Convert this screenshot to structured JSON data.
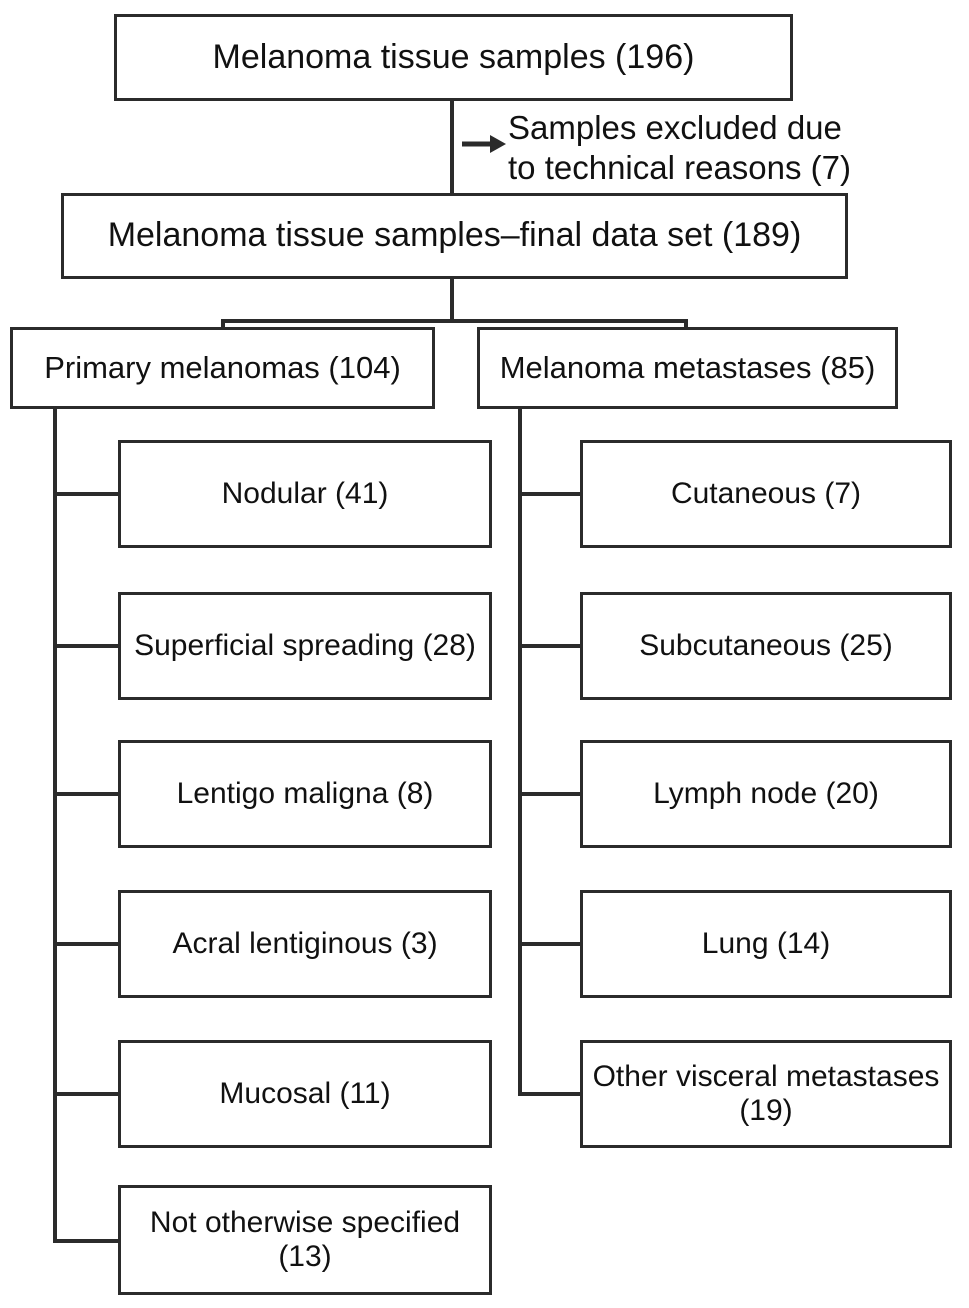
{
  "diagram": {
    "type": "flowchart",
    "title": "Melanoma tissue sample selection and classification flow",
    "orientation": "top-down",
    "colors": {
      "box_border": "#2b2b2b",
      "box_fill": "#ffffff",
      "connector": "#2b2b2b",
      "text": "#111111",
      "background": "#ffffff"
    },
    "root": {
      "label": "Melanoma tissue samples (196)",
      "count": 196
    },
    "exclusion": {
      "label": "Samples excluded due\nto technical reasons (7)",
      "count": 7,
      "arrow": "right-arrow-icon"
    },
    "final": {
      "label": "Melanoma tissue samples–final data set (189)",
      "count": 189
    },
    "branches": [
      {
        "key": "primary",
        "label": "Primary melanomas (104)",
        "count": 104,
        "children": [
          {
            "label": "Nodular (41)",
            "count": 41
          },
          {
            "label": "Superficial spreading (28)",
            "count": 28
          },
          {
            "label": "Lentigo maligna (8)",
            "count": 8
          },
          {
            "label": "Acral lentiginous (3)",
            "count": 3
          },
          {
            "label": "Mucosal (11)",
            "count": 11
          },
          {
            "label": "Not otherwise specified\n(13)",
            "count": 13
          }
        ]
      },
      {
        "key": "metastases",
        "label": "Melanoma metastases (85)",
        "count": 85,
        "children": [
          {
            "label": "Cutaneous (7)",
            "count": 7
          },
          {
            "label": "Subcutaneous (25)",
            "count": 25
          },
          {
            "label": "Lymph node (20)",
            "count": 20
          },
          {
            "label": "Lung (14)",
            "count": 14
          },
          {
            "label": "Other visceral metastases\n(19)",
            "count": 19
          }
        ]
      }
    ]
  }
}
